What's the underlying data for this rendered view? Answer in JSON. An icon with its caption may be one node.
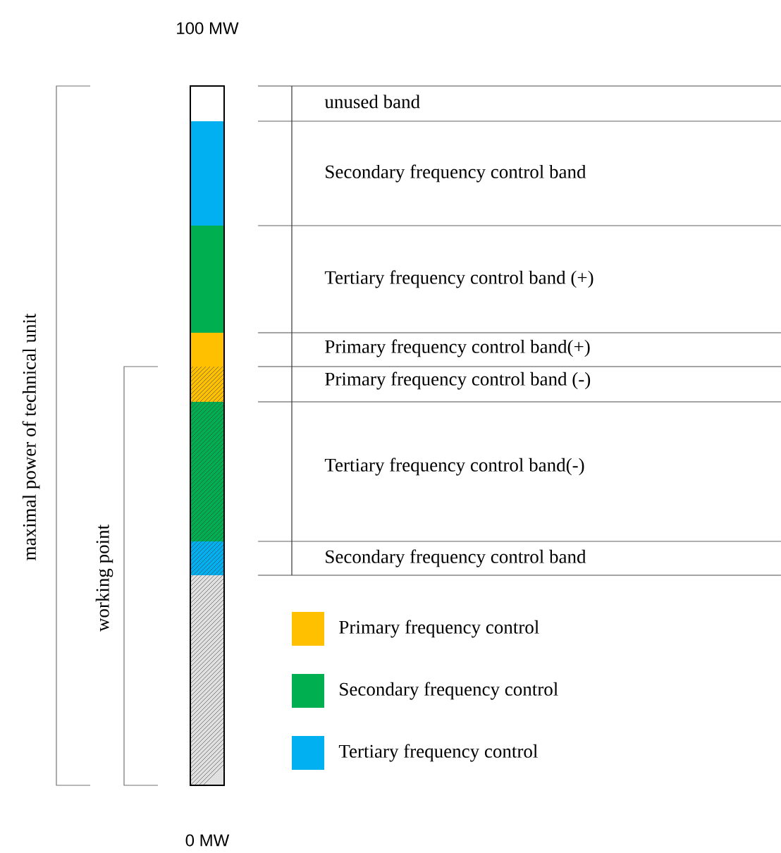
{
  "diagram": {
    "labels": [
      "100 MW",
      "unused band",
      "Secondary frequency control band",
      "Tertiary frequency control band (+)",
      "Primary frequency control band(+)",
      "Primary frequency control band (-)",
      "Tertiary frequency control band(-)",
      "Secondary frequency control band",
      "maximal power of technical unit",
      "working point",
      "0 MW"
    ],
    "legend": [
      {
        "text": "Primary frequency control",
        "color": "#ffc000"
      },
      {
        "text": "Secondary frequency control",
        "color": "#00b050"
      },
      {
        "text": "Tertiary frequency control",
        "color": "#00b0f0"
      }
    ]
  }
}
